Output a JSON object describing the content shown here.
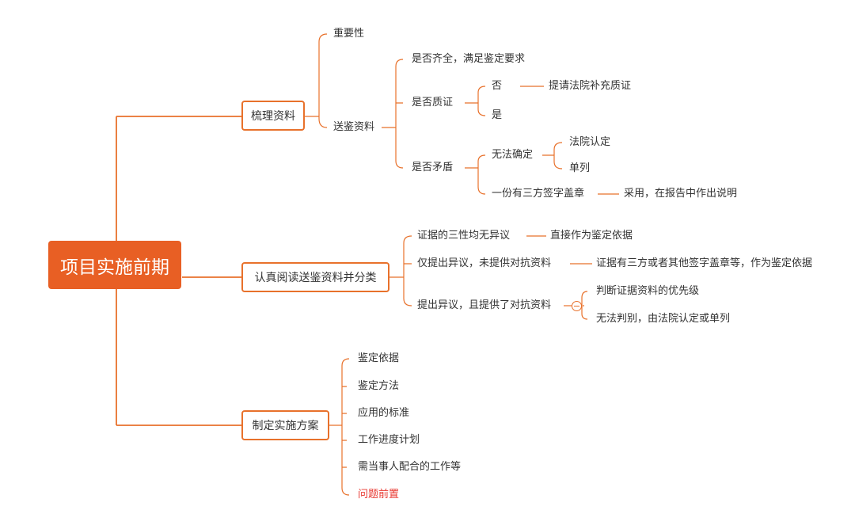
{
  "theme": {
    "accent": "#e8712b",
    "root_fill": "#e85f24",
    "highlight": "#e8372f"
  },
  "root": {
    "label": "项目实施前期"
  },
  "b1": {
    "label": "梳理资料",
    "c1": "重要性",
    "c2": "送鉴资料",
    "s1": "是否齐全，满足鉴定要求",
    "s2": "是否质证",
    "s2_no": "否",
    "s2_no_action": "提请法院补充质证",
    "s2_yes": "是",
    "s3": "是否矛盾",
    "s3_a": "无法确定",
    "s3_a1": "法院认定",
    "s3_a2": "单列",
    "s3_b": "一份有三方签字盖章",
    "s3_b1": "采用，在报告中作出说明"
  },
  "b2": {
    "label": "认真阅读送鉴资料并分类",
    "c1": "证据的三性均无异议",
    "c1_r": "直接作为鉴定依据",
    "c2": "仅提出异议，未提供对抗资料",
    "c2_r": "证据有三方或者其他签字盖章等，作为鉴定依据",
    "c3": "提出异议，且提供了对抗资料",
    "c3_r1": "判断证据资料的优先级",
    "c3_r2": "无法判别，由法院认定或单列"
  },
  "b3": {
    "label": "制定实施方案",
    "items": [
      "鉴定依据",
      "鉴定方法",
      "应用的标准",
      "工作进度计划",
      "需当事人配合的工作等",
      "问题前置"
    ]
  }
}
